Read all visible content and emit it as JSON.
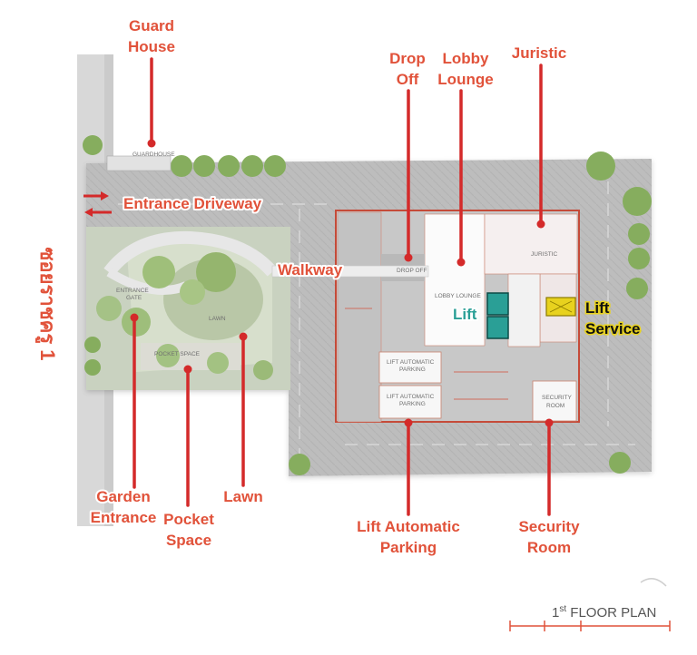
{
  "labels": {
    "guard_house": [
      "Guard",
      "House"
    ],
    "drop_off": [
      "Drop",
      "Off"
    ],
    "lobby_lounge": [
      "Lobby",
      "Lounge"
    ],
    "juristic": "Juristic",
    "entrance_driveway": "Entrance Driveway",
    "walkway": "Walkway",
    "lift": "Lift",
    "lift_service": [
      "Lift",
      "Service"
    ],
    "garden_entrance": [
      "Garden",
      "Entrance"
    ],
    "pocket_space": [
      "Pocket",
      "Space"
    ],
    "lawn": "Lawn",
    "lift_automatic_parking": [
      "Lift Automatic",
      "Parking"
    ],
    "security_room": [
      "Security",
      "Room"
    ]
  },
  "plan_text": {
    "guardhouse": "GUARDHOUSE",
    "drop_off": "DROP OFF",
    "lobby_lounge": "LOBBY LOUNGE",
    "juristic": "JURISTIC",
    "entrance_gate": [
      "ENTRANCE",
      "GATE"
    ],
    "lawn": "LAWN",
    "pocket_space": "POCKET SPACE",
    "lift_parking_1": [
      "LIFT AUTOMATIC",
      "PARKING"
    ],
    "lift_parking_2": [
      "LIFT AUTOMATIC",
      "PARKING"
    ],
    "security_room": [
      "SECURITY",
      "ROOM"
    ]
  },
  "road_name": "ซอยราชครู 1",
  "title": {
    "prefix": "1",
    "sup": "st",
    "text": " FLOOR PLAN"
  },
  "colors": {
    "accent": "#e1523a",
    "pointer": "#d42a2a",
    "lift": "#2a9f96",
    "lift_service": "#e8d21e"
  }
}
